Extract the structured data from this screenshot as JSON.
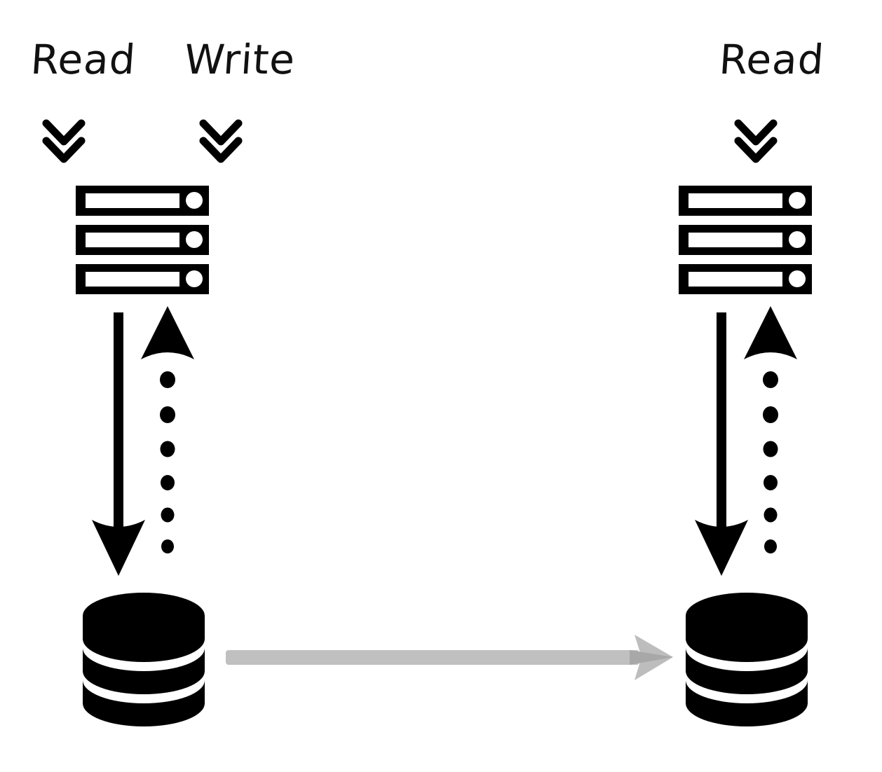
{
  "diagram": {
    "title": "Read/Write splitting with database replication",
    "background_color": "#ffffff",
    "ink_color": "#000000",
    "replication_arrow_color": "#c0c0c0",
    "labels": {
      "read_left": "Read",
      "write": "Write",
      "read_right": "Read"
    },
    "nodes": {
      "primary": {
        "server_label": "server-icon",
        "database_label": "database-icon"
      },
      "replica": {
        "server_label": "server-icon",
        "database_label": "database-icon"
      }
    },
    "icons": {
      "chevron_down": "chevron-double-down-icon",
      "solid_down_arrow": "arrow-down-solid-icon",
      "dotted_up_arrow": "arrow-up-dotted-icon",
      "replication_arrow": "arrow-right-replication-icon",
      "server": "server-rack-icon",
      "database": "database-cylinder-icon"
    }
  }
}
